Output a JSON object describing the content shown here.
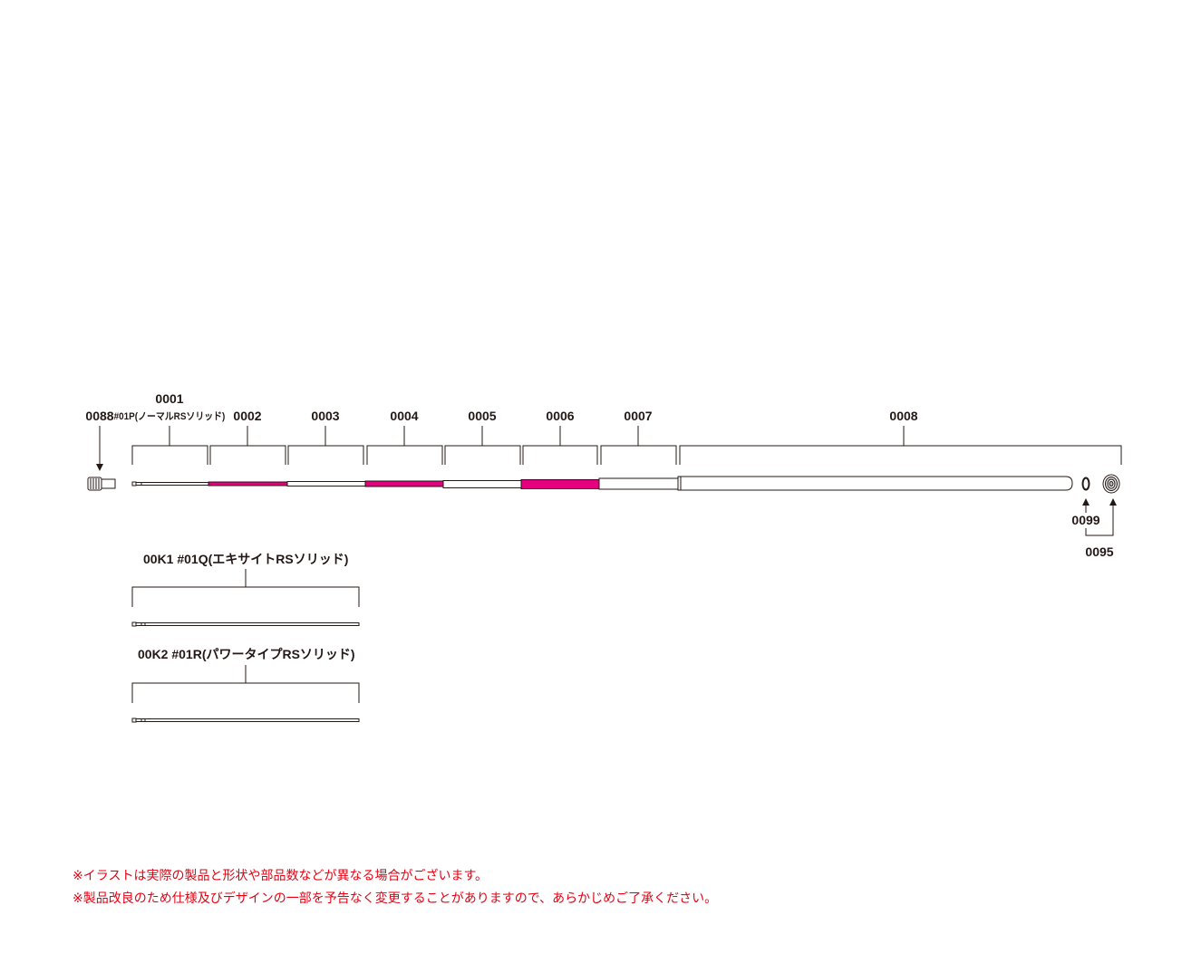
{
  "colors": {
    "line": "#231815",
    "accent": "#e4007f",
    "note": "#e60012"
  },
  "labels": {
    "p0088": "0088",
    "p0001": "0001",
    "p0001_sub": "#01P(ノーマルRSソリッド)",
    "p0002": "0002",
    "p0003": "0003",
    "p0004": "0004",
    "p0005": "0005",
    "p0006": "0006",
    "p0007": "0007",
    "p0008": "0008",
    "p0099": "0099",
    "p0095": "0095",
    "k1": "00K1 #01Q(エキサイトRSソリッド)",
    "k2": "00K2 #01R(パワータイプRSソリッド)"
  },
  "notes": [
    "※イラストは実際の製品と形状や部品数などが異なる場合がございます。",
    "※製品改良のため仕様及びデザインの一部を予告なく変更することがありますので、あらかじめご了承ください。"
  ]
}
